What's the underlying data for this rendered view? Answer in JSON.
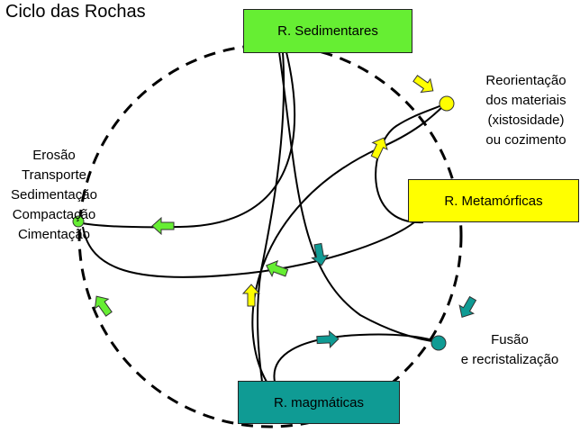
{
  "title": "Ciclo das Rochas",
  "boxes": {
    "sedimentares": "R. Sedimentares",
    "metamorficas": "R. Metamórficas",
    "magmaticas": "R. magmáticas"
  },
  "process_labels": {
    "left": [
      "Erosão",
      "Transporte",
      "Sedimentação",
      "Compactação",
      "Cimentação"
    ],
    "reorientacao": [
      "Reorientação",
      "dos materiais",
      "(xistosidade)",
      "ou cozimento"
    ],
    "fusao": [
      "Fusão",
      "e recristalização"
    ]
  },
  "colors": {
    "sedimentares": "#66ee33",
    "metamorficas": "#ffff00",
    "magmaticas": "#0f9b94",
    "arrow_green": "#66ee33",
    "arrow_yellow": "#ffff00",
    "arrow_teal": "#0f9b94"
  }
}
